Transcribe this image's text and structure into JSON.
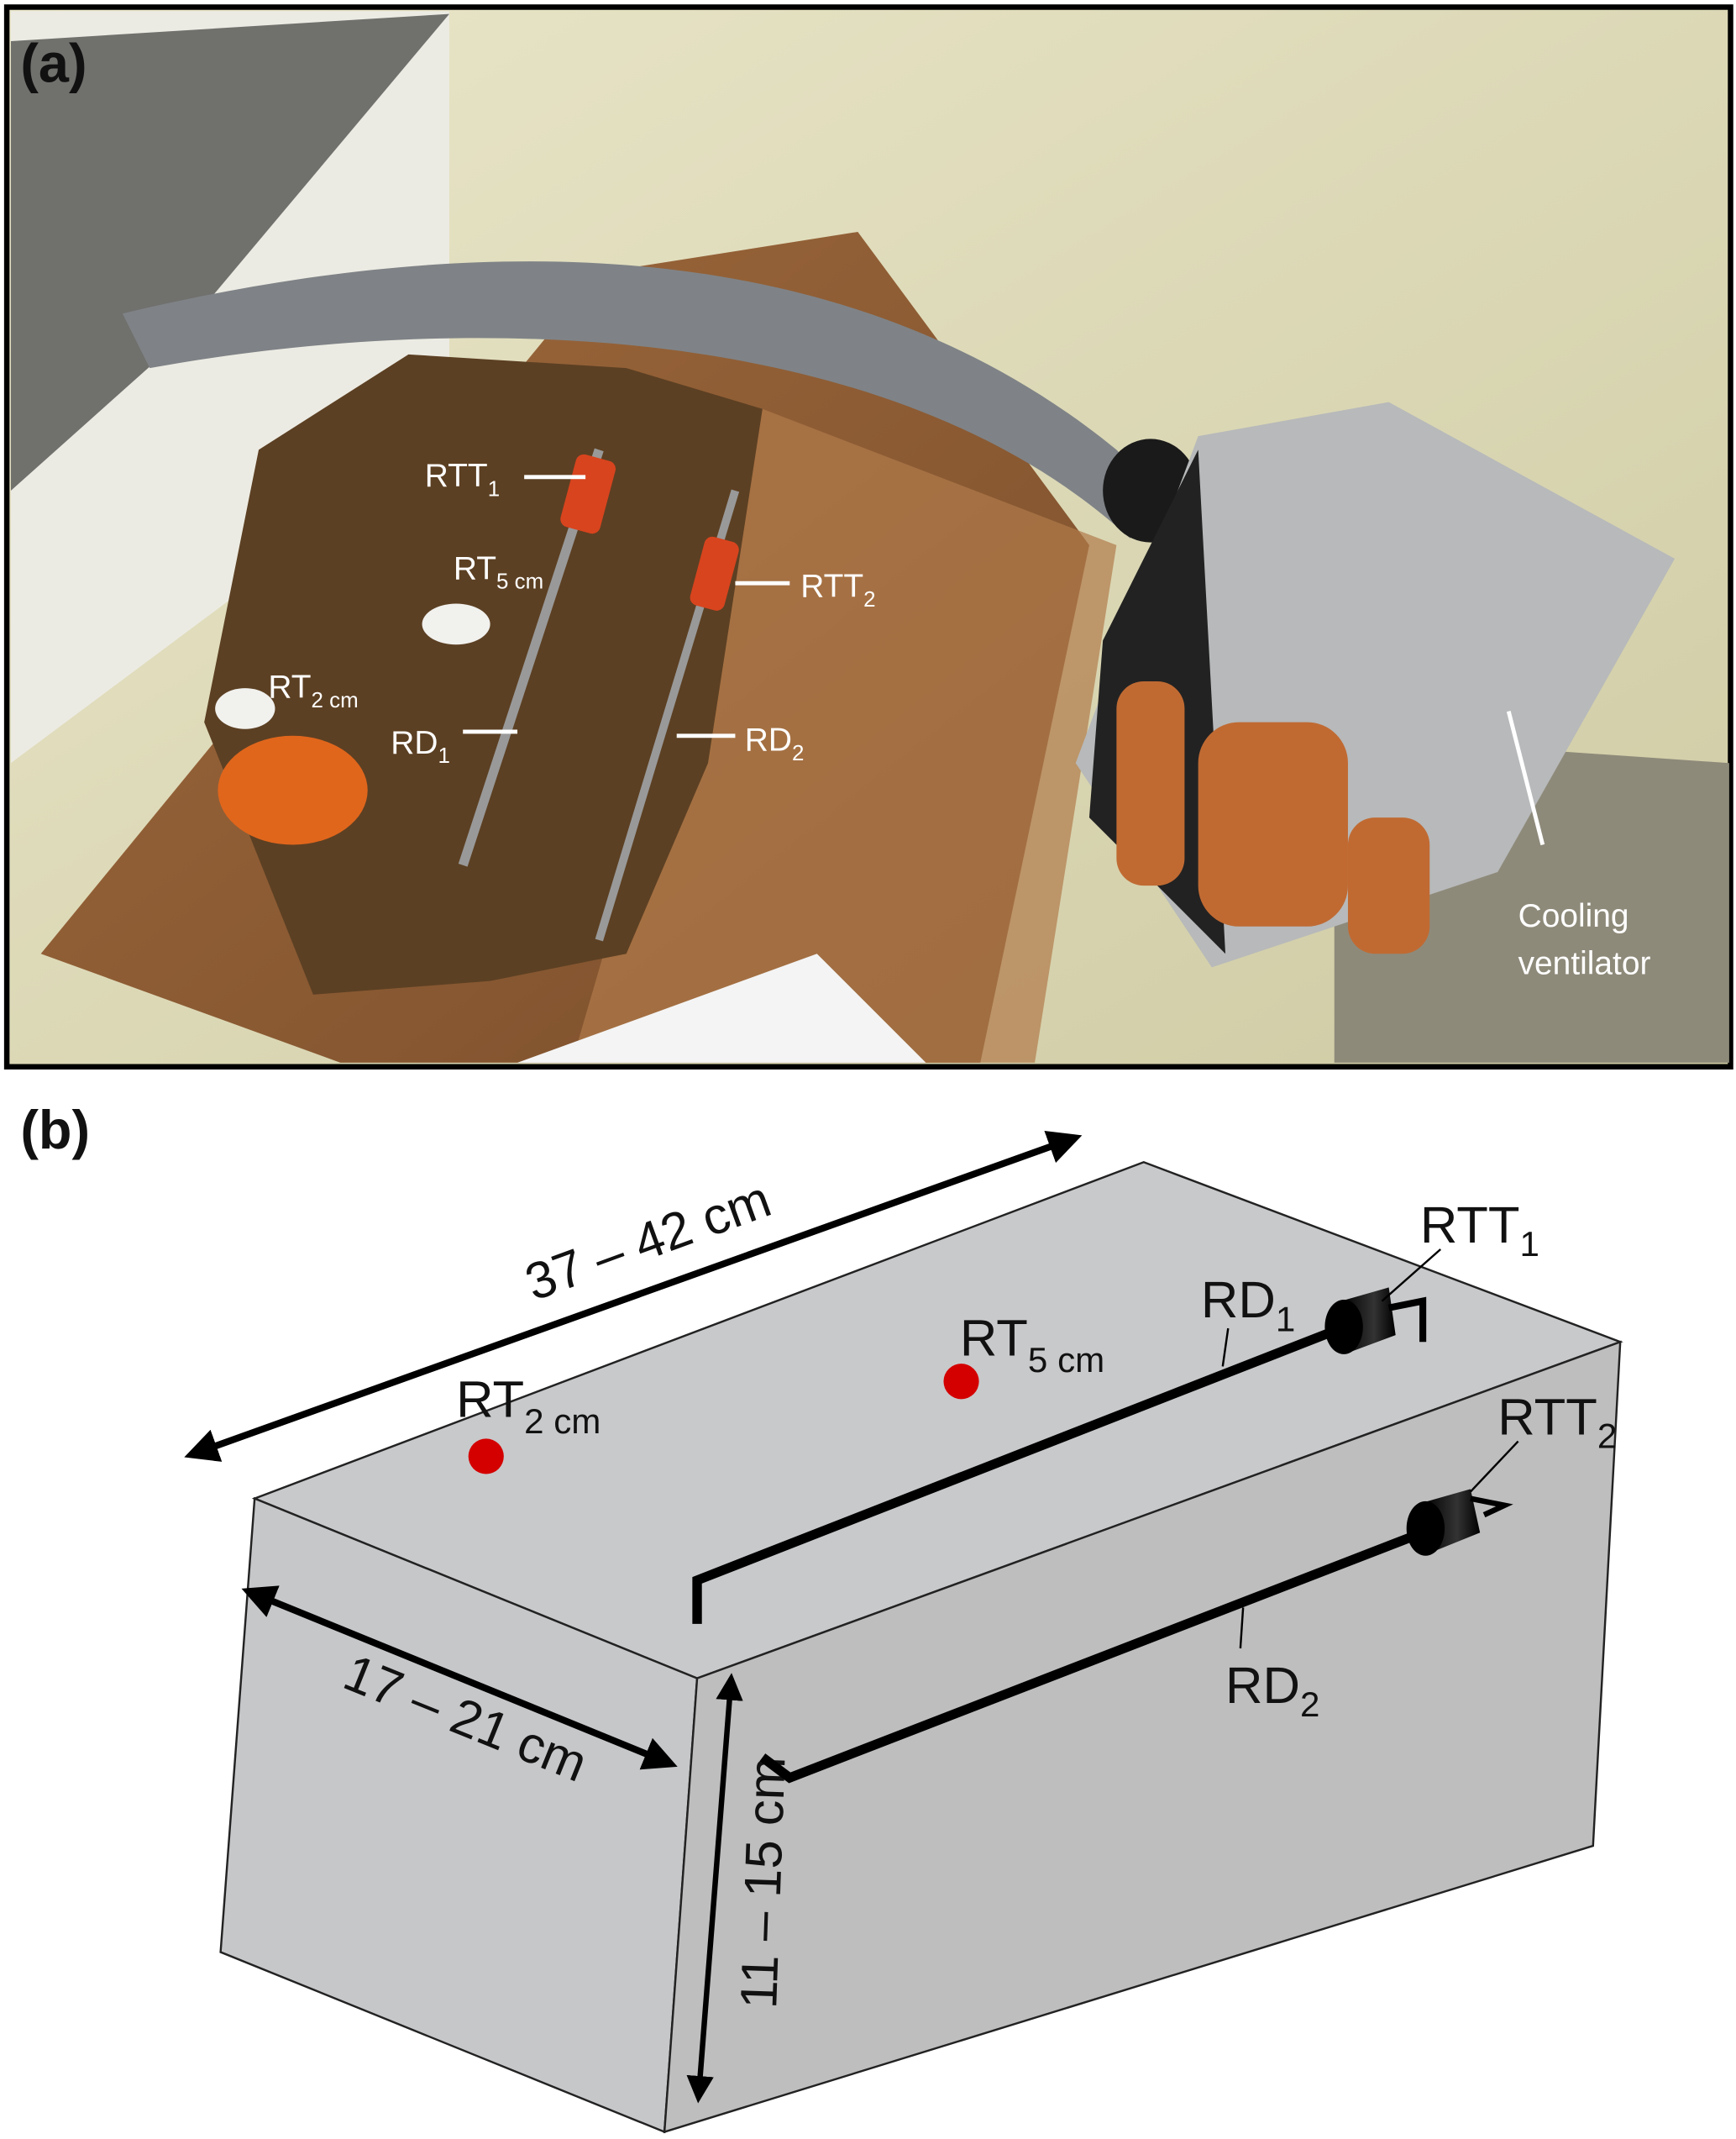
{
  "panel_a": {
    "label": "(a)",
    "annotations": {
      "rtt1": {
        "base": "RTT",
        "sub": "1"
      },
      "rt5": {
        "base": "RT",
        "sub": "5 cm"
      },
      "rtt2": {
        "base": "RTT",
        "sub": "2"
      },
      "rt2": {
        "base": "RT",
        "sub": "2 cm"
      },
      "rd1": {
        "base": "RD",
        "sub": "1"
      },
      "rd2": {
        "base": "RD",
        "sub": "2"
      },
      "cooling_line1": "Cooling",
      "cooling_line2": "ventilator"
    }
  },
  "panel_b": {
    "label": "(b)",
    "dimensions": {
      "length": "37 – 42 cm",
      "width": "17 – 21 cm",
      "height": "11 – 15 cm"
    },
    "sensors": {
      "rt2": {
        "base": "RT",
        "sub": "2 cm"
      },
      "rt5": {
        "base": "RT",
        "sub": "5 cm"
      },
      "rd1": {
        "base": "RD",
        "sub": "1"
      },
      "rd2": {
        "base": "RD",
        "sub": "2"
      },
      "rtt1": {
        "base": "RTT",
        "sub": "1"
      },
      "rtt2": {
        "base": "RTT",
        "sub": "2"
      }
    },
    "colors": {
      "block": "#c6c7c9",
      "block_side": "#bdbdbd",
      "sensor_dot": "#d40000"
    }
  }
}
